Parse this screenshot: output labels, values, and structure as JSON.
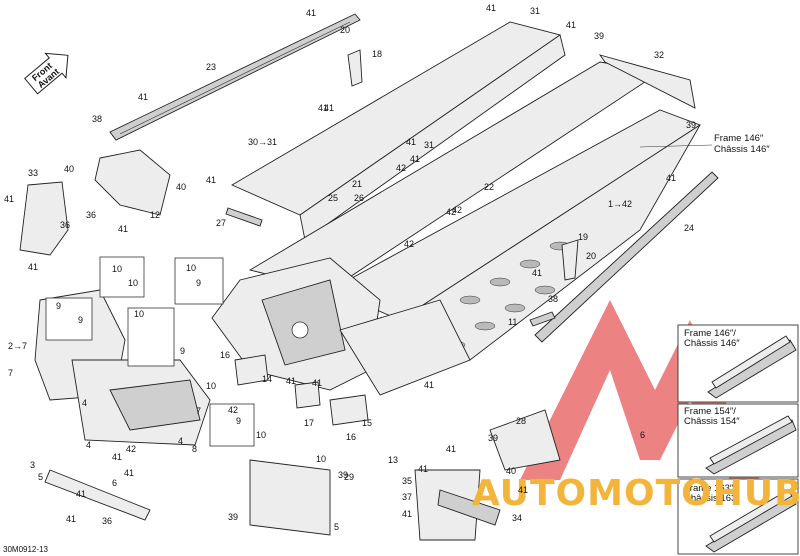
{
  "front_arrow": {
    "line1": "Front",
    "line2": "Avant"
  },
  "frame_note": {
    "line1": "Frame 146″",
    "line2": "Châssis 146″"
  },
  "insets": [
    {
      "line1": "Frame 146″/",
      "line2": "Châssis 146″"
    },
    {
      "line1": "Frame 154″/",
      "line2": "Châssis 154″"
    },
    {
      "line1": "Frame 163″/",
      "line2": "Châssis 163″"
    }
  ],
  "watermark": {
    "text": "AUTOMOTOHUB",
    "logo_color": "#e23b3b",
    "text_color": "#f3b43c"
  },
  "drawing_code": "30M0912-13",
  "callouts": [
    "41",
    "20",
    "18",
    "23",
    "41",
    "38",
    "41",
    "33",
    "40",
    "36",
    "12",
    "40",
    "41",
    "36",
    "41",
    "41",
    "41",
    "31",
    "41",
    "39",
    "32",
    "41",
    "41",
    "30→31",
    "31",
    "41",
    "41",
    "21",
    "42",
    "25",
    "26",
    "27",
    "42",
    "22",
    "42",
    "42",
    "1→42",
    "39",
    "41",
    "24",
    "19",
    "20",
    "41",
    "38",
    "11",
    "10",
    "9",
    "10",
    "10",
    "9",
    "9",
    "10",
    "2→7",
    "7",
    "9",
    "10",
    "16",
    "14",
    "41",
    "17",
    "41",
    "15",
    "16",
    "41",
    "4",
    "4",
    "4",
    "3",
    "5",
    "6",
    "8",
    "42",
    "41",
    "41",
    "7",
    "42",
    "9",
    "10",
    "10",
    "39",
    "29",
    "5",
    "39",
    "28",
    "39",
    "40",
    "13",
    "41",
    "35",
    "37",
    "41",
    "41",
    "41",
    "34",
    "41",
    "36",
    "41",
    "6",
    "5",
    "1→42"
  ]
}
